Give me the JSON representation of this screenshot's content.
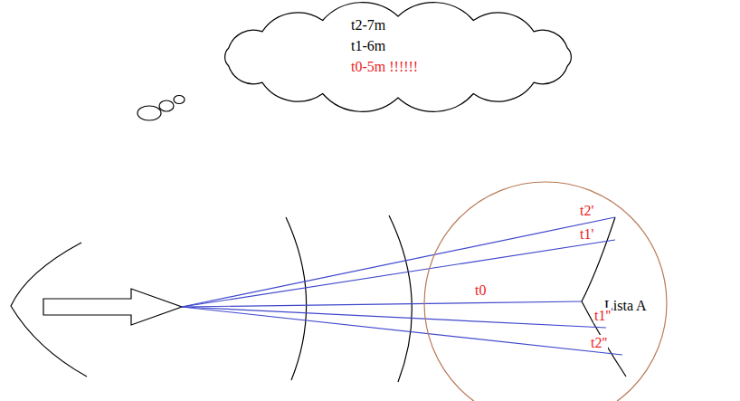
{
  "diagram": {
    "nodes": [
      {
        "text": [
          "t2-7m",
          "t1-6m",
          "t0-5m !!!!!!"
        ]
      },
      {
        "text": [
          "Lista A"
        ]
      }
    ],
    "labels": [
      "t2'",
      "t1'",
      "t0",
      "t1''",
      "t2''"
    ]
  }
}
